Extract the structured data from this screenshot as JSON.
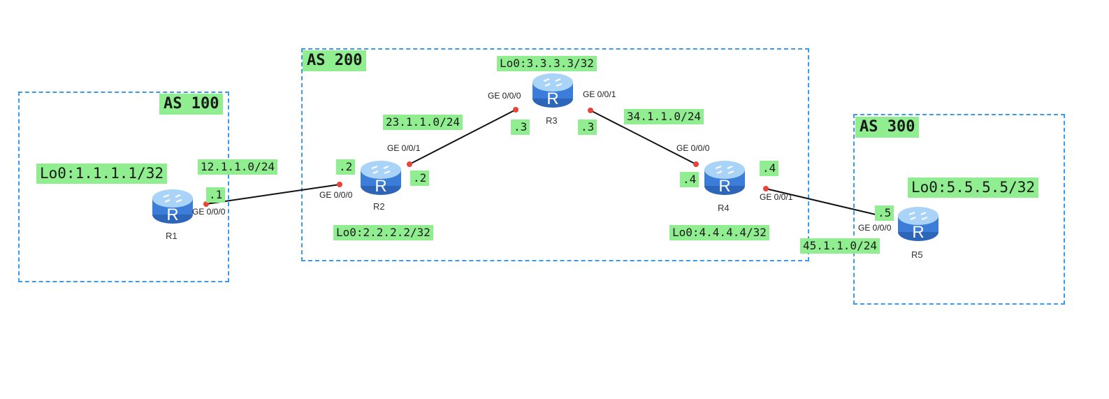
{
  "colors": {
    "as_border": "#3d9ae8",
    "label_bg": "#90ee90",
    "link": "#111111",
    "port_dot": "#e8443a",
    "router_body": "#3b7dd8",
    "router_top": "#a9d3f7"
  },
  "autonomous_systems": [
    {
      "label": "AS 100"
    },
    {
      "label": "AS 200"
    },
    {
      "label": "AS 300"
    }
  ],
  "routers": [
    {
      "name": "R1",
      "loopback": "Lo0:1.1.1.1/32"
    },
    {
      "name": "R2",
      "loopback": "Lo0:2.2.2.2/32"
    },
    {
      "name": "R3",
      "loopback": "Lo0:3.3.3.3/32"
    },
    {
      "name": "R4",
      "loopback": "Lo0:4.4.4.4/32"
    },
    {
      "name": "R5",
      "loopback": "Lo0:5.5.5.5/32"
    }
  ],
  "links": [
    {
      "network": "12.1.1.0/24",
      "a": {
        "router": "R1",
        "port": "GE 0/0/0",
        "host": ".1"
      },
      "b": {
        "router": "R2",
        "port": "GE 0/0/0",
        "host": ".2"
      }
    },
    {
      "network": "23.1.1.0/24",
      "a": {
        "router": "R2",
        "port": "GE 0/0/1",
        "host": ".2"
      },
      "b": {
        "router": "R3",
        "port": "GE 0/0/0",
        "host": ".3"
      }
    },
    {
      "network": "34.1.1.0/24",
      "a": {
        "router": "R3",
        "port": "GE 0/0/1",
        "host": ".3"
      },
      "b": {
        "router": "R4",
        "port": "GE 0/0/0",
        "host": ".4"
      }
    },
    {
      "network": "45.1.1.0/24",
      "a": {
        "router": "R4",
        "port": "GE 0/0/1",
        "host": ".4"
      },
      "b": {
        "router": "R5",
        "port": "GE 0/0/0",
        "host": ".5"
      }
    }
  ],
  "router_icon": "router-icon"
}
